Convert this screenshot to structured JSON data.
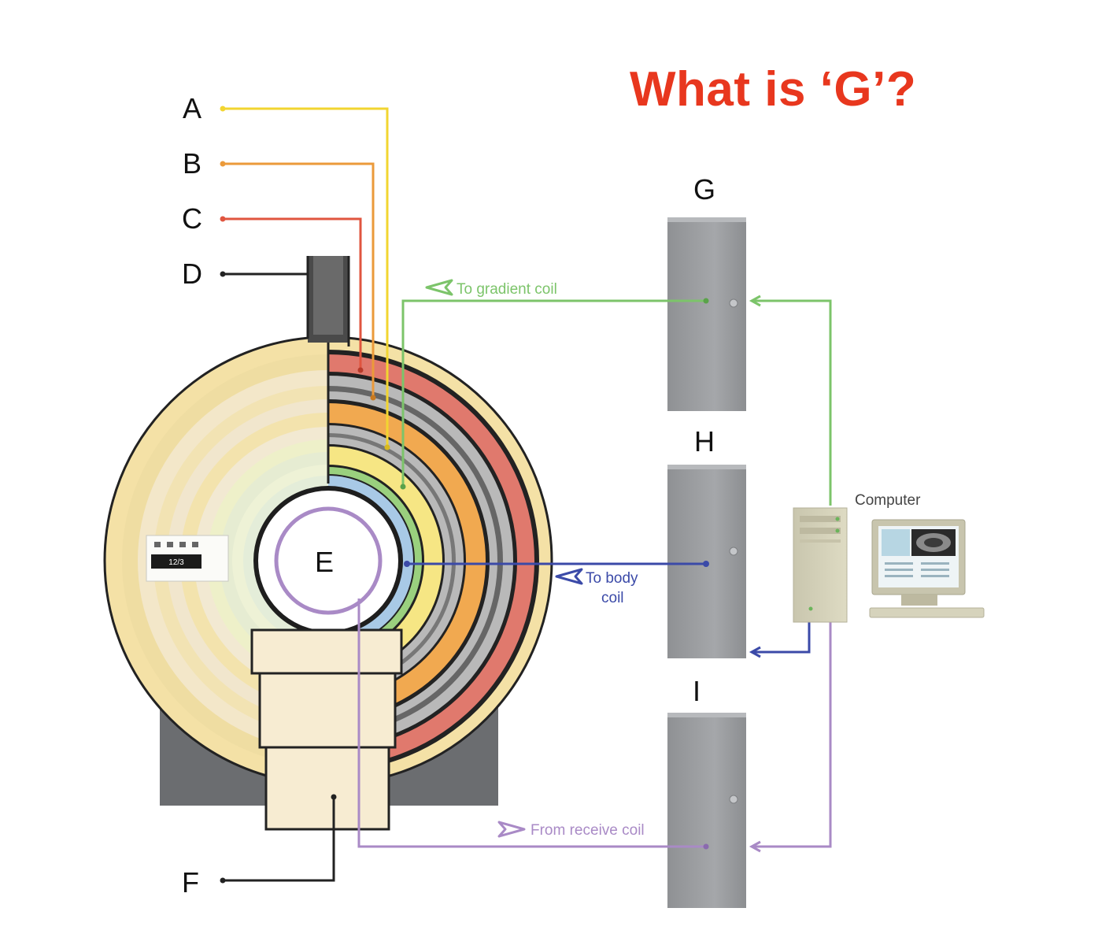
{
  "question": "What is ‘G’?",
  "labels": {
    "a": "A",
    "b": "B",
    "c": "C",
    "d": "D",
    "e": "E",
    "f": "F",
    "g": "G",
    "h": "H",
    "i": "I"
  },
  "annotations": {
    "gradient": "To gradient coil",
    "body_line1": "To body",
    "body_line2": "coil",
    "receive": "From receive coil",
    "computer": "Computer"
  },
  "panel_display": "12/3",
  "colors": {
    "question": "#e8371e",
    "line_a": "#f2d530",
    "line_b": "#eb9a3a",
    "line_c": "#e0553f",
    "line_d": "#222222",
    "gradient": "#7cc46a",
    "body_coil": "#3b4aa8",
    "receive_coil": "#a98ac6",
    "cabinet": "#9a9c9f",
    "housing": "#f6e6b4"
  }
}
